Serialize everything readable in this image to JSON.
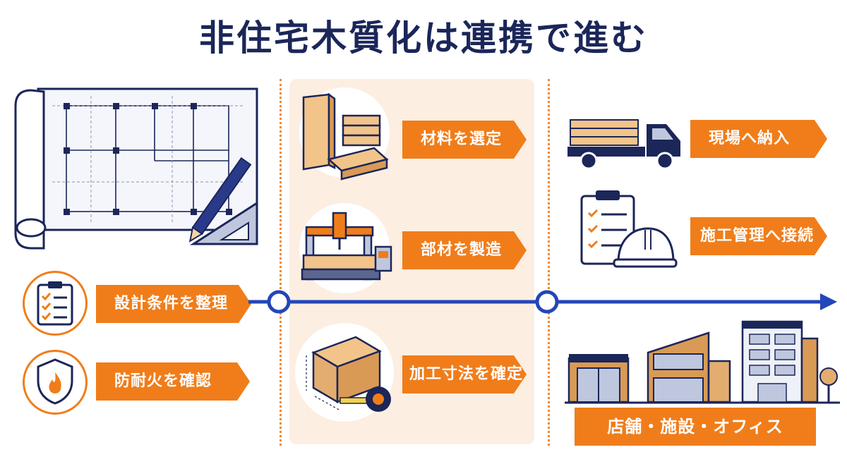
{
  "title": "非住宅木質化は連携で進む",
  "colors": {
    "navy": "#1b2659",
    "orange": "#f07d1a",
    "blue": "#2346b8",
    "panel": "#fdeee2"
  },
  "left": {
    "steps": [
      {
        "label": "設計条件を整理",
        "icon": "checklist-icon"
      },
      {
        "label": "防耐火を確認",
        "icon": "fire-shield-icon"
      }
    ],
    "illustration": "blueprint-icon"
  },
  "middle": {
    "steps": [
      {
        "label": "材料を選定",
        "icon": "lumber-icon"
      },
      {
        "label": "部材を製造",
        "icon": "cnc-machine-icon"
      },
      {
        "label": "加工寸法を確定",
        "icon": "tape-measure-icon"
      }
    ]
  },
  "right": {
    "steps": [
      {
        "label": "現場へ納入",
        "icon": "truck-icon"
      },
      {
        "label": "施工管理へ接続",
        "icon": "clipboard-helmet-icon"
      }
    ],
    "buildings_label": "店舗・施設・オフィス"
  }
}
